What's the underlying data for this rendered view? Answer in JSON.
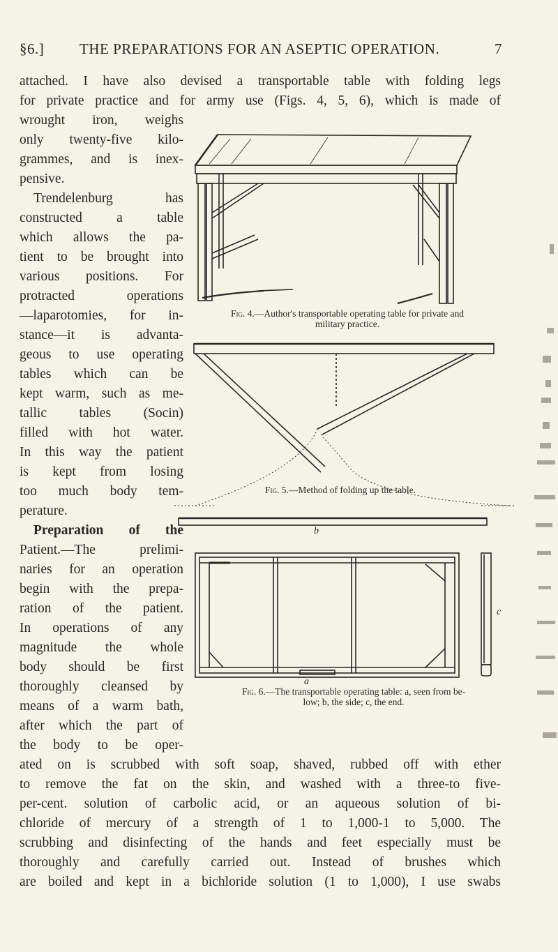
{
  "header": {
    "section": "§6.]",
    "title": "THE PREPARATIONS FOR AN ASEPTIC OPERATION.",
    "page_number": "7"
  },
  "body": {
    "full_lines_top": [
      "attached. I have also devised a transportable table with folding legs",
      "for private practice and for army use (Figs. 4, 5, 6), which is made of"
    ],
    "narrow_lines": [
      "wrought iron, weighs",
      "only twenty-five kilo-",
      "grammes, and is inex-",
      "pensive.",
      "Trendelenburg has",
      "constructed a table",
      "which allows the pa-",
      "tient to be brought into",
      "various positions. For",
      "protracted operations",
      "—laparotomies, for in-",
      "stance—it is advanta-",
      "geous to use operating",
      "tables which can be",
      "kept warm, such as me-",
      "tallic tables (Socin)",
      "filled with hot water.",
      "In this way the patient",
      "is kept from losing",
      "too much body tem-",
      "perature.",
      "Preparation of the",
      "Patient.—The prelimi-",
      "naries for an operation",
      "begin with the prepa-",
      "ration of the patient.",
      "In operations of any",
      "magnitude the whole",
      "body should be first",
      "thoroughly cleansed by",
      "means of a warm bath,",
      "after which the part of",
      "the body to be oper-"
    ],
    "full_lines_bottom": [
      "ated on is scrubbed with soft soap, shaved, rubbed off with ether",
      "to remove the fat on the skin, and washed with a three-to five-",
      "per-cent. solution of carbolic acid, or an aqueous solution of bi-",
      "chloride of mercury of a strength of 1 to 1,000-1 to 5,000. The",
      "scrubbing and disinfecting of the hands and feet especially must be",
      "thoroughly and carefully carried out. Instead of brushes which",
      "are boiled and kept in a bichloride solution (1 to 1,000), I use swabs"
    ]
  },
  "figures": {
    "fig4": {
      "label": "Fig. 4.",
      "caption_line1": "—Author's transportable operating table for private and",
      "caption_line2": "military practice."
    },
    "fig5": {
      "label": "Fig. 5.",
      "caption": "—Method of folding up the table."
    },
    "fig6": {
      "label": "Fig. 6.",
      "caption_line1": "—The transportable operating table: a, seen from be-",
      "caption_line2": "low; b, the side; c, the end.",
      "letter_a": "a",
      "letter_b": "b",
      "letter_c": "c"
    }
  },
  "colors": {
    "paper": "#f5f2e8",
    "ink": "#2a2622"
  }
}
